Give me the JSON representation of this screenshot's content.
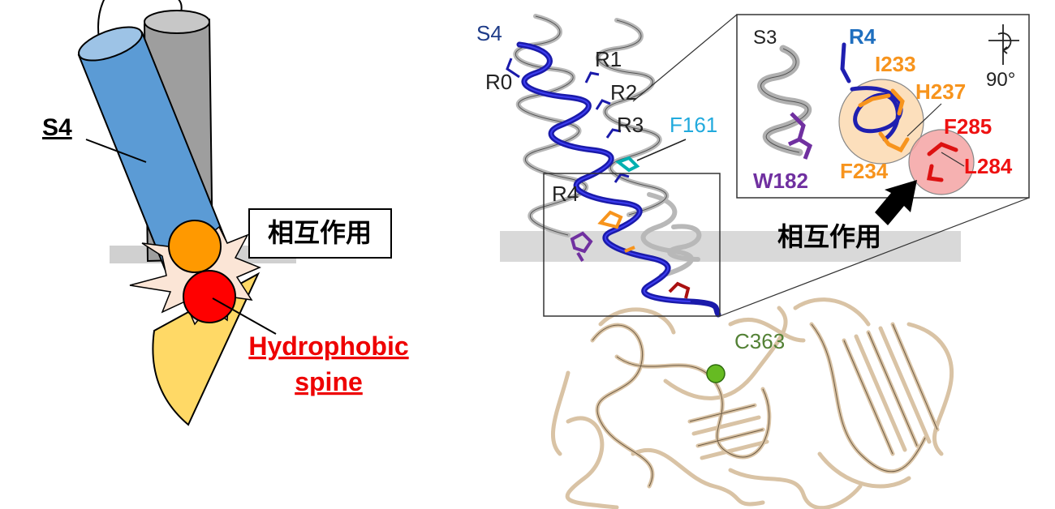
{
  "schematic": {
    "helix_label": "S4",
    "interaction_label": "相互作用",
    "spine_label_line1": "Hydrophobic",
    "spine_label_line2": "spine"
  },
  "structure": {
    "labels": {
      "s4": "S4",
      "r0": "R0",
      "r1": "R1",
      "r2": "R2",
      "r3": "R3",
      "r4": "R4",
      "f161": "F161",
      "c363": "C363"
    },
    "inset": {
      "s3": "S3",
      "r4": "R4",
      "i233": "I233",
      "h237": "H237",
      "f285": "F285",
      "l284": "L284",
      "f234": "F234",
      "w182": "W182",
      "rotation": "90°"
    },
    "interaction_label": "相互作用"
  },
  "colors": {
    "helix_blue": "#5b9bd5",
    "helix_gray": "#a6a6a6",
    "spine_orange": "#ff9900",
    "spine_red": "#ff0000",
    "domain_yellow": "#ffd966",
    "residue_blue": "#0000cc",
    "residue_orange": "#f7941d",
    "residue_red": "#ee1111",
    "residue_purple": "#7030a0",
    "residue_cyan": "#00b0f0",
    "residue_green": "#538135",
    "protein_tan": "#d9c3a5"
  }
}
